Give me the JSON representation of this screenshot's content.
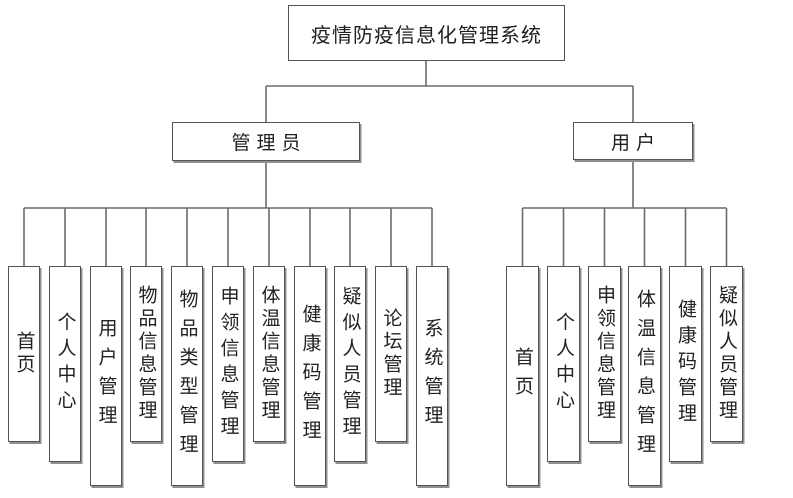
{
  "diagram": {
    "title": "疫情防疫信息化管理系统",
    "root": {
      "label": "疫情防疫信息化管理系统"
    },
    "branches": [
      {
        "label": "管理员",
        "children": [
          "首页",
          "个人中心",
          "用户管理",
          "物品信息管理",
          "物品类型管理",
          "申领信息管理",
          "体温信息管理",
          "健康码管理",
          "疑似人员管理",
          "论坛管理",
          "系统管理"
        ]
      },
      {
        "label": "用户",
        "children": [
          "首页",
          "个人中心",
          "申领信息管理",
          "体温信息管理",
          "健康码管理",
          "疑似人员管理"
        ]
      }
    ],
    "colors": {
      "background": "#ffffff",
      "line": "#6b6b6b",
      "box_border": "#545454",
      "box_shadow": "#8f8f8f",
      "text": "#1f1f1f"
    }
  }
}
